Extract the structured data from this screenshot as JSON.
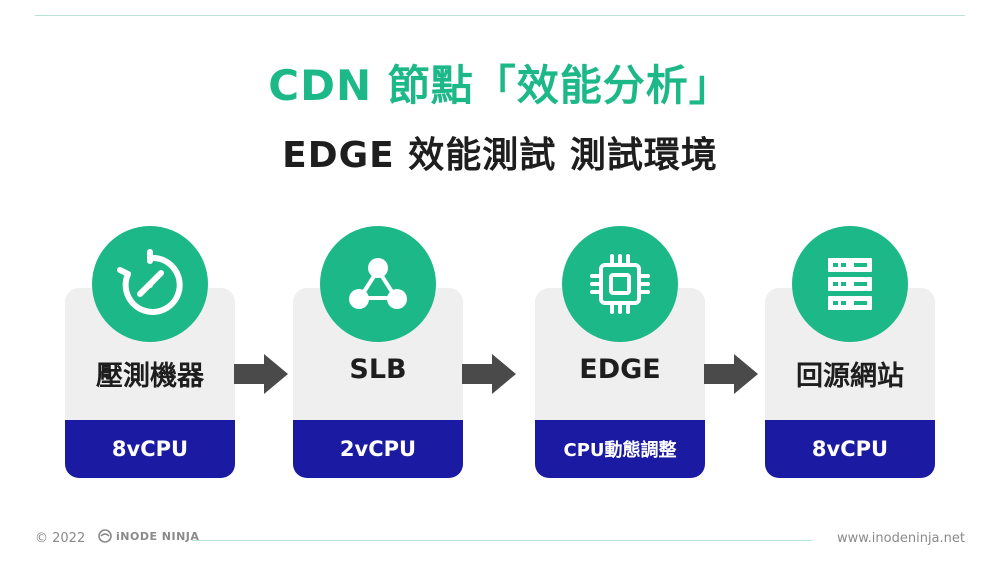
{
  "title": "CDN 節點「效能分析」",
  "subtitle": "EDGE 效能測試 測試環境",
  "nodes": [
    {
      "label": "壓測機器",
      "spec": "8vCPU",
      "icon": "speedometer-icon"
    },
    {
      "label": "SLB",
      "spec": "2vCPU",
      "icon": "network-nodes-icon"
    },
    {
      "label": "EDGE",
      "spec": "CPU動態調整",
      "icon": "cpu-chip-icon"
    },
    {
      "label": "回源網站",
      "spec": "8vCPU",
      "icon": "server-rack-icon"
    }
  ],
  "footer": {
    "copyright": "© 2022",
    "brand": "iNODE NINJA",
    "url": "www.inodeninja.net"
  },
  "colors": {
    "green": "#1db887",
    "navy": "#1a1aa3",
    "card": "#efefef",
    "arrow": "#4a4a4a"
  }
}
